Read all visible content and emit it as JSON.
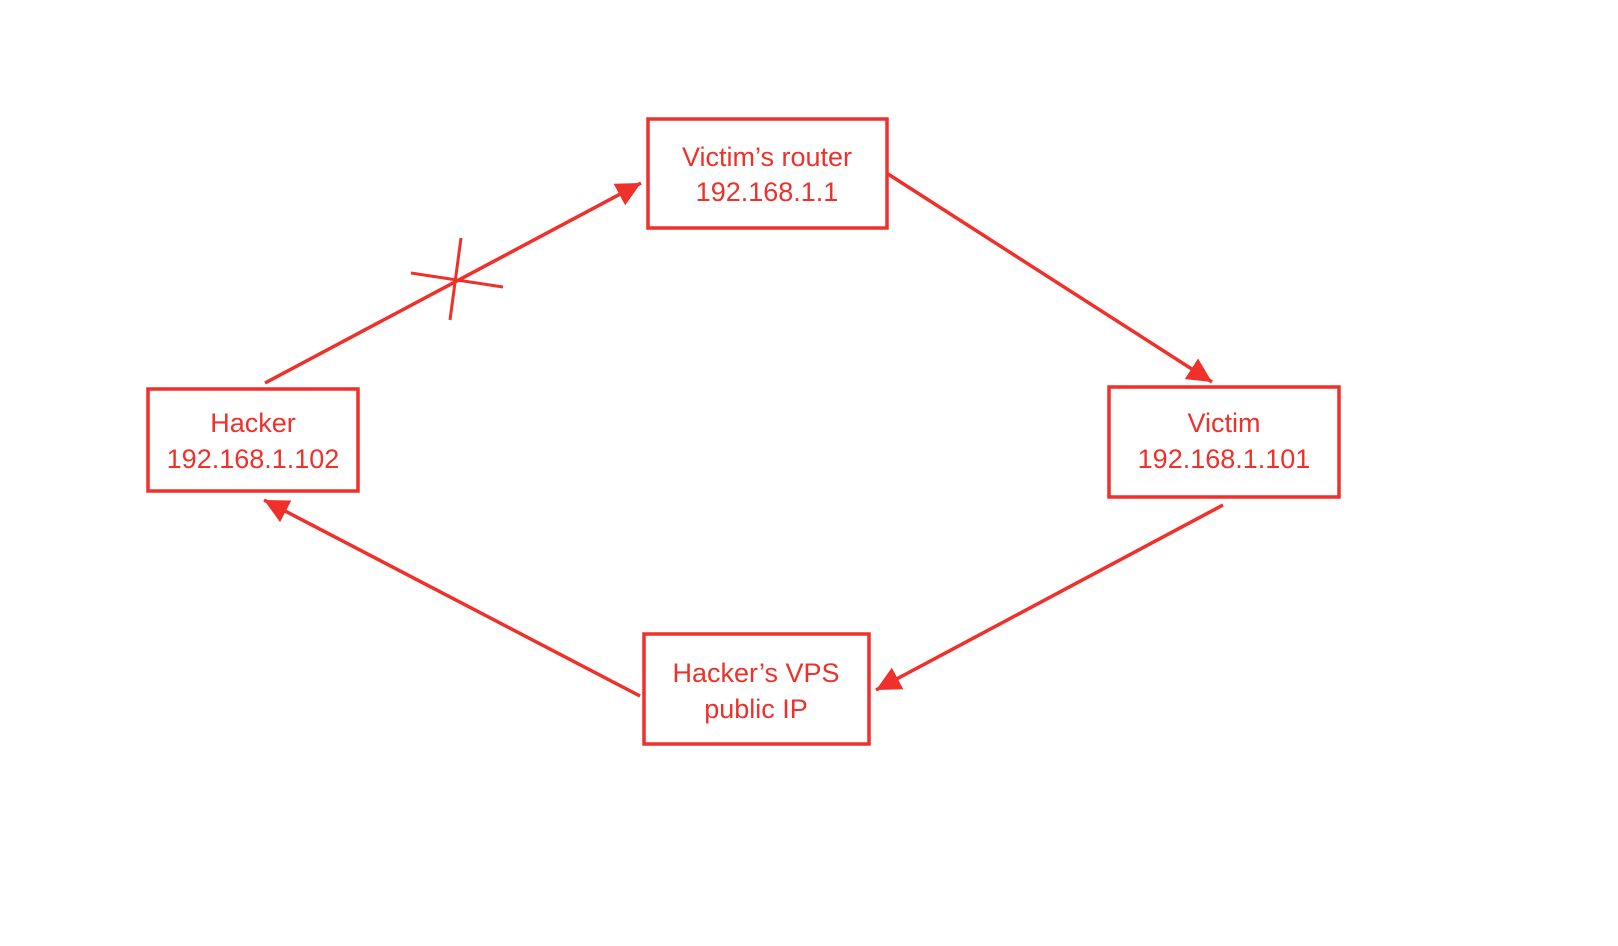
{
  "colors": {
    "accent": "#f0302a",
    "background": "#ffffff"
  },
  "nodes": [
    {
      "id": "victims-router",
      "line1": "Victim’s router",
      "line2": "192.168.1.1"
    },
    {
      "id": "victim",
      "line1": "Victim",
      "line2": "192.168.1.101"
    },
    {
      "id": "hackers-vps",
      "line1": "Hacker’s VPS",
      "line2": "public IP"
    },
    {
      "id": "hacker",
      "line1": "Hacker",
      "line2": "192.168.1.102"
    }
  ],
  "edges": [
    {
      "from": "hacker",
      "to": "victims-router",
      "blocked": true
    },
    {
      "from": "victims-router",
      "to": "victim",
      "blocked": false
    },
    {
      "from": "victim",
      "to": "hackers-vps",
      "blocked": false
    },
    {
      "from": "hackers-vps",
      "to": "hacker",
      "blocked": false
    }
  ]
}
